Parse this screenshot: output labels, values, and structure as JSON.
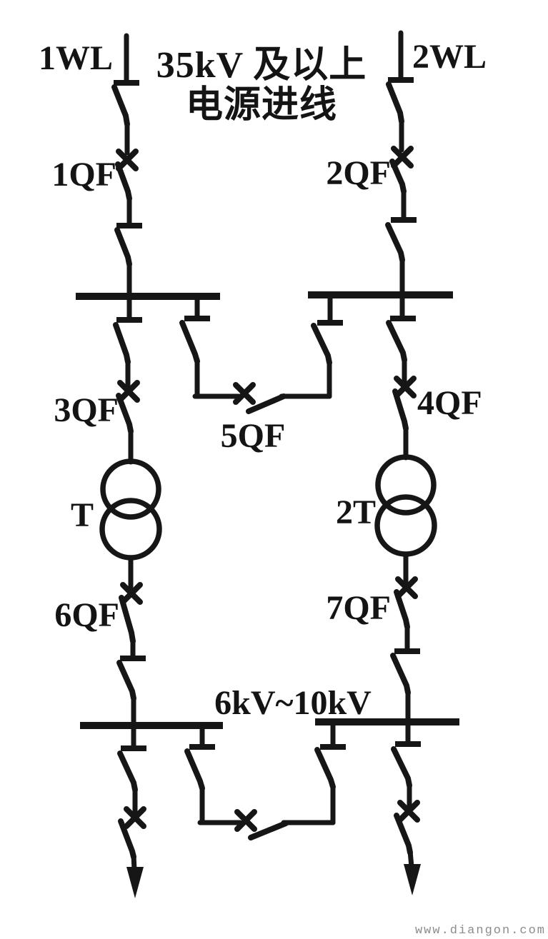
{
  "page": {
    "background": "#ffffff",
    "ink": "#161616",
    "watermark_color": "#8c8c8c"
  },
  "diagram": {
    "title": {
      "line1": "35kV 及以上",
      "line2": "电源进线"
    },
    "incoming_lines": {
      "wl1": "1WL",
      "wl2": "2WL"
    },
    "breakers": {
      "qf1": "1QF",
      "qf2": "2QF",
      "qf3": "3QF",
      "qf4": "4QF",
      "qf5": "5QF",
      "qf6": "6QF",
      "qf7": "7QF"
    },
    "transformers": {
      "t1": "T",
      "t2": "2T"
    },
    "buses": {
      "low_voltage_label": "6kV~10kV"
    },
    "watermark": "www.diangon.com"
  }
}
